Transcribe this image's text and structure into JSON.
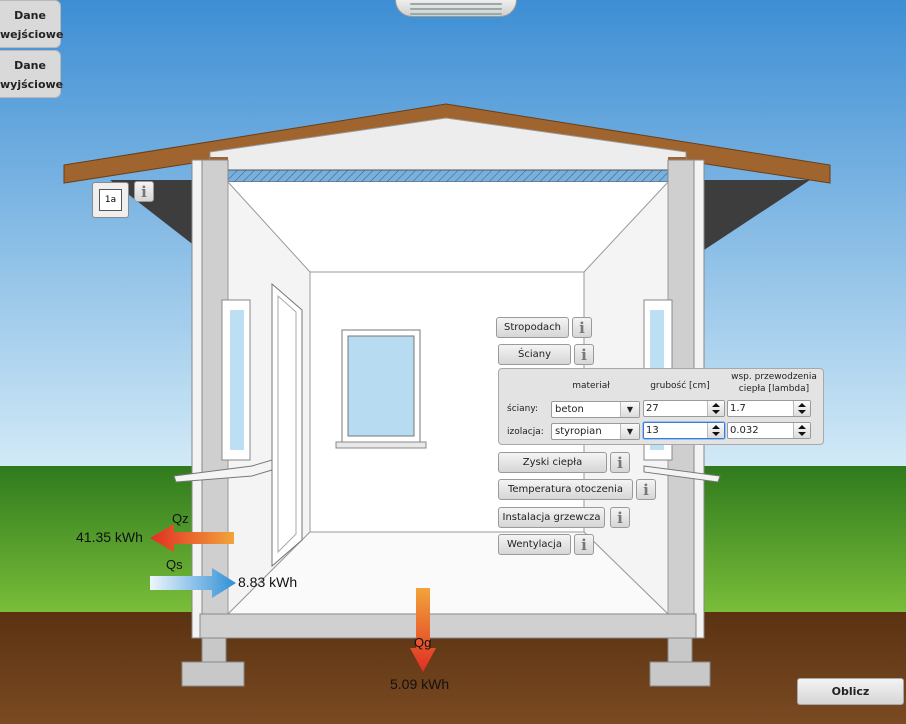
{
  "nav": {
    "input_label": "Dane\nwejściowe",
    "output_label": "Dane\nwyjściowe"
  },
  "view_selector": {
    "label": "1a"
  },
  "sections": {
    "stropodach": "Stropodach",
    "sciany": "Ściany",
    "zyski": "Zyski ciepła",
    "temperatura": "Temperatura otoczenia",
    "instalacja": "Instalacja grzewcza",
    "wentylacja": "Wentylacja",
    "info_glyph": "i"
  },
  "walls_panel": {
    "col_material": "materiał",
    "col_thickness": "grubość [cm]",
    "col_lambda_1": "wsp. przewodzenia",
    "col_lambda_2": "ciepła [lambda]",
    "rows": [
      {
        "label": "ściany:",
        "material": "beton",
        "thickness": "27",
        "lambda": "1.7"
      },
      {
        "label": "izolacja:",
        "material": "styropian",
        "thickness": "13",
        "lambda": "0.032"
      }
    ]
  },
  "flows": {
    "qz": {
      "label": "Qz",
      "value": "41.35 kWh",
      "color": "#e8402a"
    },
    "qs": {
      "label": "Qs",
      "value": "8.83 kWh",
      "color": "#3a9ad9"
    },
    "qg": {
      "label": "Qg",
      "value": "5.09 kWh",
      "color": "#e8402a"
    }
  },
  "actions": {
    "calculate": "Oblicz"
  },
  "colors": {
    "sky_top": "#3d8ed4",
    "sky_bottom": "#d4ebf7",
    "grass": "#5aa02c",
    "soil": "#6a3f1c",
    "roof": "#a0642e"
  }
}
